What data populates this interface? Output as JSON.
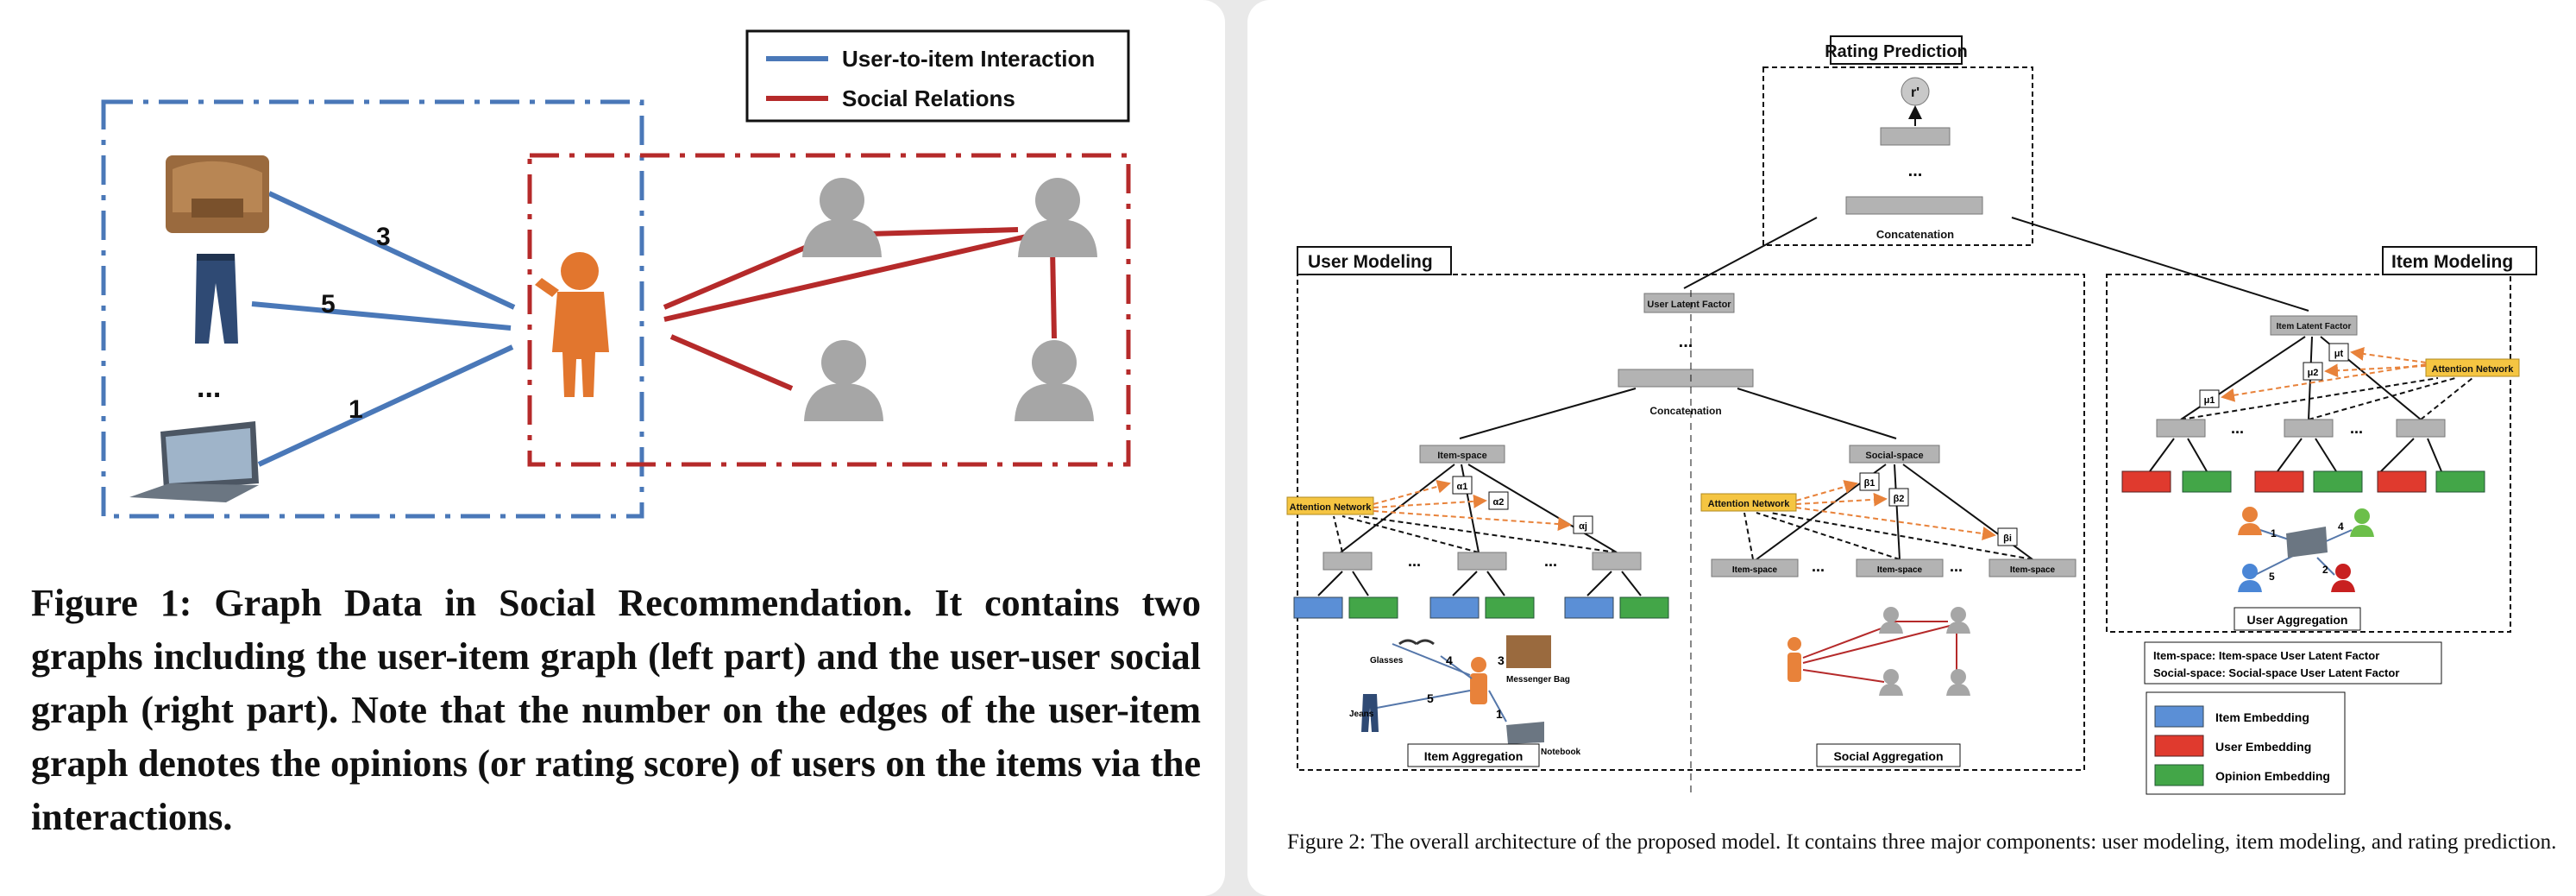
{
  "figure1": {
    "legend": {
      "interaction": "User-to-item Interaction",
      "social": "Social Relations"
    },
    "edge_ratings": [
      "3",
      "5",
      "1"
    ],
    "ellipsis": "...",
    "caption": "Figure 1: Graph Data in Social Recommendation. It contains two graphs including the user-item graph (left part) and the user-user social graph (right part). Note that the number on the edges of the user-item graph denotes the opinions (or rating score) of users on the items via the interactions.",
    "colors": {
      "interaction": "#4a78b8",
      "social": "#b52a2a",
      "user": "#e2762e",
      "person": "#a6a6a6"
    }
  },
  "figure2": {
    "rating_prediction": {
      "title": "Rating Prediction",
      "output": "r'",
      "concat": "Concatenation",
      "dots": "..."
    },
    "user_modeling": {
      "title": "User Modeling",
      "latent_factor": "User Latent Factor",
      "concat": "Concatenation",
      "item_space": "Item-space",
      "social_space": "Social-space",
      "attention": "Attention Network",
      "alpha_labels": [
        "α1",
        "α2",
        "αj"
      ],
      "beta_labels": [
        "β1",
        "β2",
        "βi"
      ],
      "item_aggregation": "Item Aggregation",
      "social_aggregation": "Social  Aggregation",
      "item_labels": {
        "glasses": "Glasses",
        "bag": "Messenger Bag",
        "jeans": "Jeans",
        "notebook": "Notebook"
      },
      "item_ratings": [
        "4",
        "3",
        "5",
        "1"
      ],
      "dots": "..."
    },
    "item_modeling": {
      "title": "Item Modeling",
      "latent_factor": "Item Latent Factor",
      "attention": "Attention Network",
      "mu_labels": [
        "μ1",
        "μ2",
        "μt"
      ],
      "user_aggregation": "User Aggregation",
      "ratings": [
        "1",
        "4",
        "5",
        "2"
      ],
      "dots": "..."
    },
    "notes": [
      "Item-space:  Item-space User Latent Factor",
      "Social-space: Social-space User Latent Factor"
    ],
    "legend": [
      {
        "label": "Item Embedding",
        "color": "#5b8fd6"
      },
      {
        "label": "User Embedding",
        "color": "#e03a2e"
      },
      {
        "label": "Opinion Embedding",
        "color": "#43a648"
      }
    ],
    "caption": "Figure 2: The overall architecture of the proposed model. It contains three major components: user modeling, item modeling, and rating prediction.",
    "colors": {
      "box": "#b3b3b3",
      "attention": "#f5c542",
      "orange": "#e8823a"
    }
  }
}
